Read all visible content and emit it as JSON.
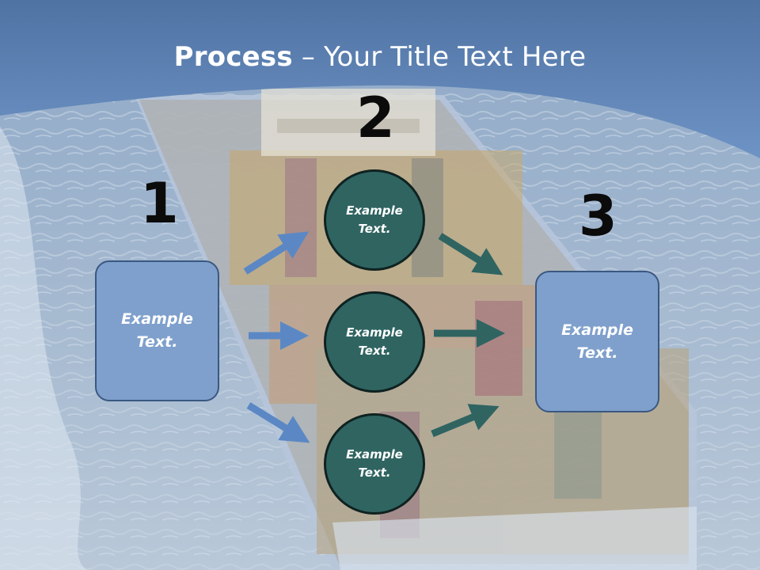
{
  "slide": {
    "title_bold": "Process",
    "title_dash": " – ",
    "title_rest": "Your Title Text Here"
  },
  "steps": {
    "one": "1",
    "two": "2",
    "three": "3"
  },
  "boxes": {
    "left_text": "Example\nText.",
    "right_text": "Example\nText."
  },
  "circles": {
    "top_text": "Example\nText.",
    "mid_text": "Example\nText.",
    "bot_text": "Example\nText."
  },
  "colors": {
    "box_fill": "#7fa0cc",
    "circle_fill": "#2f6461",
    "arrow_blue": "#5b88c4",
    "arrow_teal": "#2f6461"
  },
  "background": {
    "subject": "container ship on ocean"
  }
}
